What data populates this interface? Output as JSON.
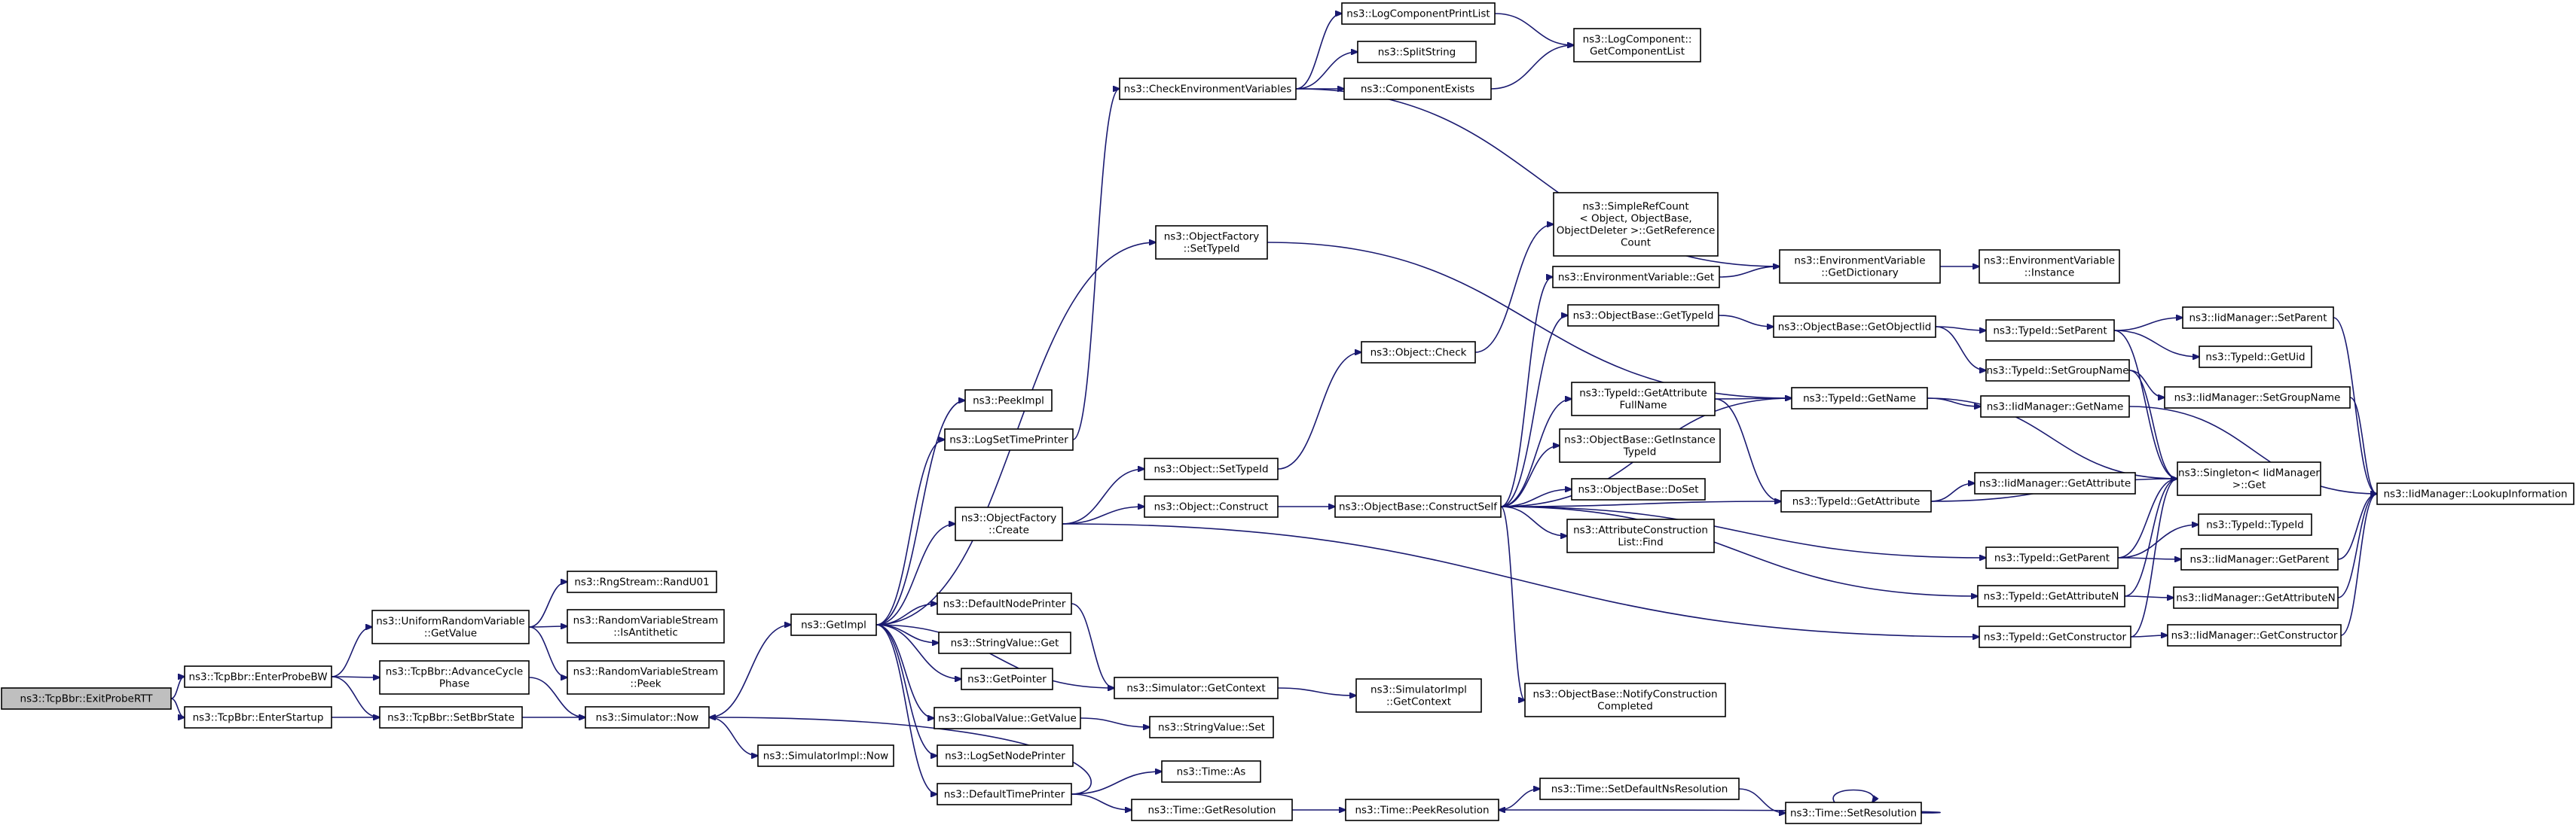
{
  "graph": {
    "edge_color": "#191970",
    "root_fill": "#bfbfbf",
    "nodes": [
      {
        "id": "exitProbeRTT",
        "lines": [
          "ns3::TcpBbr::ExitProbeRTT"
        ]
      },
      {
        "id": "enterProbeBW",
        "lines": [
          "ns3::TcpBbr::EnterProbeBW"
        ]
      },
      {
        "id": "enterStartup",
        "lines": [
          "ns3::TcpBbr::EnterStartup"
        ]
      },
      {
        "id": "urvGetValue",
        "lines": [
          "ns3::UniformRandomVariable",
          "::GetValue"
        ]
      },
      {
        "id": "advanceCycle",
        "lines": [
          "ns3::TcpBbr::AdvanceCycle",
          "Phase"
        ]
      },
      {
        "id": "setBbrState",
        "lines": [
          "ns3::TcpBbr::SetBbrState"
        ]
      },
      {
        "id": "randU01",
        "lines": [
          "ns3::RngStream::RandU01"
        ]
      },
      {
        "id": "isAntithetic",
        "lines": [
          "ns3::RandomVariableStream",
          "::IsAntithetic"
        ]
      },
      {
        "id": "peek",
        "lines": [
          "ns3::RandomVariableStream",
          "::Peek"
        ]
      },
      {
        "id": "simNow",
        "lines": [
          "ns3::Simulator::Now"
        ]
      },
      {
        "id": "getImpl",
        "lines": [
          "ns3::GetImpl"
        ]
      },
      {
        "id": "simImplNow",
        "lines": [
          "ns3::SimulatorImpl::Now"
        ]
      },
      {
        "id": "peekImpl",
        "lines": [
          "ns3::PeekImpl"
        ]
      },
      {
        "id": "logSetTimePrinter",
        "lines": [
          "ns3::LogSetTimePrinter"
        ]
      },
      {
        "id": "ofCreate",
        "lines": [
          "ns3::ObjectFactory",
          "::Create"
        ]
      },
      {
        "id": "defaultNodePrinter",
        "lines": [
          "ns3::DefaultNodePrinter"
        ]
      },
      {
        "id": "stringValueGet",
        "lines": [
          "ns3::StringValue::Get"
        ]
      },
      {
        "id": "getPointer",
        "lines": [
          "ns3::GetPointer"
        ]
      },
      {
        "id": "globalValueGetValue",
        "lines": [
          "ns3::GlobalValue::GetValue"
        ]
      },
      {
        "id": "logSetNodePrinter",
        "lines": [
          "ns3::LogSetNodePrinter"
        ]
      },
      {
        "id": "defaultTimePrinter",
        "lines": [
          "ns3::DefaultTimePrinter"
        ]
      },
      {
        "id": "checkEnvVars",
        "lines": [
          "ns3::CheckEnvironmentVariables"
        ]
      },
      {
        "id": "ofSetTypeId",
        "lines": [
          "ns3::ObjectFactory",
          "::SetTypeId"
        ]
      },
      {
        "id": "objSetTypeId",
        "lines": [
          "ns3::Object::SetTypeId"
        ]
      },
      {
        "id": "objConstruct",
        "lines": [
          "ns3::Object::Construct"
        ]
      },
      {
        "id": "simGetContext",
        "lines": [
          "ns3::Simulator::GetContext"
        ]
      },
      {
        "id": "stringValueSet",
        "lines": [
          "ns3::StringValue::Set"
        ]
      },
      {
        "id": "timeAs",
        "lines": [
          "ns3::Time::As"
        ]
      },
      {
        "id": "timeGetResolution",
        "lines": [
          "ns3::Time::GetResolution"
        ]
      },
      {
        "id": "logCompPrintList",
        "lines": [
          "ns3::LogComponentPrintList"
        ]
      },
      {
        "id": "splitString",
        "lines": [
          "ns3::SplitString"
        ]
      },
      {
        "id": "componentExists",
        "lines": [
          "ns3::ComponentExists"
        ]
      },
      {
        "id": "objCheck",
        "lines": [
          "ns3::Object::Check"
        ]
      },
      {
        "id": "constructSelf",
        "lines": [
          "ns3::ObjectBase::ConstructSelf"
        ]
      },
      {
        "id": "simImplGetContext",
        "lines": [
          "ns3::SimulatorImpl",
          "::GetContext"
        ]
      },
      {
        "id": "timePeekResolution",
        "lines": [
          "ns3::Time::PeekResolution"
        ]
      },
      {
        "id": "logCompGetList",
        "lines": [
          "ns3::LogComponent::",
          "GetComponentList"
        ]
      },
      {
        "id": "simpleRefCount",
        "lines": [
          "ns3::SimpleRefCount",
          "< Object, ObjectBase,",
          " ObjectDeleter >::GetReference",
          "Count"
        ]
      },
      {
        "id": "envVarGet",
        "lines": [
          "ns3::EnvironmentVariable::Get"
        ]
      },
      {
        "id": "obGetTypeId",
        "lines": [
          "ns3::ObjectBase::GetTypeId"
        ]
      },
      {
        "id": "tidGetAttrFullName",
        "lines": [
          "ns3::TypeId::GetAttribute",
          "FullName"
        ]
      },
      {
        "id": "obGetInstanceTypeId",
        "lines": [
          "ns3::ObjectBase::GetInstance",
          "TypeId"
        ]
      },
      {
        "id": "obDoSet",
        "lines": [
          "ns3::ObjectBase::DoSet"
        ]
      },
      {
        "id": "attrConstructionFind",
        "lines": [
          "ns3::AttributeConstruction",
          "List::Find"
        ]
      },
      {
        "id": "obNotifyConstructionCompleted",
        "lines": [
          "ns3::ObjectBase::NotifyConstruction",
          "Completed"
        ]
      },
      {
        "id": "timeSetDefaultNsRes",
        "lines": [
          "ns3::Time::SetDefaultNsResolution"
        ]
      },
      {
        "id": "envVarGetDictionary",
        "lines": [
          "ns3::EnvironmentVariable",
          "::GetDictionary"
        ]
      },
      {
        "id": "obGetObjectIid",
        "lines": [
          "ns3::ObjectBase::GetObjectIid"
        ]
      },
      {
        "id": "tidGetName",
        "lines": [
          "ns3::TypeId::GetName"
        ]
      },
      {
        "id": "tidGetAttribute",
        "lines": [
          "ns3::TypeId::GetAttribute"
        ]
      },
      {
        "id": "tidGetParent",
        "lines": [
          "ns3::TypeId::GetParent"
        ]
      },
      {
        "id": "tidGetAttributeN",
        "lines": [
          "ns3::TypeId::GetAttributeN"
        ]
      },
      {
        "id": "tidGetConstructor",
        "lines": [
          "ns3::TypeId::GetConstructor"
        ]
      },
      {
        "id": "timeSetResolution",
        "lines": [
          "ns3::Time::SetResolution"
        ]
      },
      {
        "id": "envVarInstance",
        "lines": [
          "ns3::EnvironmentVariable",
          "::Instance"
        ]
      },
      {
        "id": "tidSetParent",
        "lines": [
          "ns3::TypeId::SetParent"
        ]
      },
      {
        "id": "tidSetGroupName",
        "lines": [
          "ns3::TypeId::SetGroupName"
        ]
      },
      {
        "id": "iidGetName",
        "lines": [
          "ns3::IidManager::GetName"
        ]
      },
      {
        "id": "iidGetAttribute",
        "lines": [
          "ns3::IidManager::GetAttribute"
        ]
      },
      {
        "id": "singletonGet",
        "lines": [
          "ns3::Singleton< IidManager",
          " >::Get"
        ]
      },
      {
        "id": "tidTypeId",
        "lines": [
          "ns3::TypeId::TypeId"
        ]
      },
      {
        "id": "iidGetParent",
        "lines": [
          "ns3::IidManager::GetParent"
        ]
      },
      {
        "id": "iidGetAttributeN",
        "lines": [
          "ns3::IidManager::GetAttributeN"
        ]
      },
      {
        "id": "iidGetConstructor",
        "lines": [
          "ns3::IidManager::GetConstructor"
        ]
      },
      {
        "id": "iidSetParent",
        "lines": [
          "ns3::IidManager::SetParent"
        ]
      },
      {
        "id": "tidGetUid",
        "lines": [
          "ns3::TypeId::GetUid"
        ]
      },
      {
        "id": "iidSetGroupName",
        "lines": [
          "ns3::IidManager::SetGroupName"
        ]
      },
      {
        "id": "iidLookupInformation",
        "lines": [
          "ns3::IidManager::LookupInformation"
        ]
      }
    ],
    "edges": [
      [
        "exitProbeRTT",
        "enterProbeBW"
      ],
      [
        "exitProbeRTT",
        "enterStartup"
      ],
      [
        "enterProbeBW",
        "urvGetValue"
      ],
      [
        "enterProbeBW",
        "advanceCycle"
      ],
      [
        "enterProbeBW",
        "setBbrState"
      ],
      [
        "enterStartup",
        "setBbrState"
      ],
      [
        "urvGetValue",
        "randU01"
      ],
      [
        "urvGetValue",
        "isAntithetic"
      ],
      [
        "urvGetValue",
        "peek"
      ],
      [
        "advanceCycle",
        "simNow"
      ],
      [
        "setBbrState",
        "simNow"
      ],
      [
        "simNow",
        "getImpl"
      ],
      [
        "simNow",
        "simImplNow"
      ],
      [
        "getImpl",
        "peekImpl"
      ],
      [
        "getImpl",
        "logSetTimePrinter"
      ],
      [
        "getImpl",
        "ofCreate"
      ],
      [
        "getImpl",
        "defaultNodePrinter"
      ],
      [
        "getImpl",
        "stringValueGet"
      ],
      [
        "getImpl",
        "getPointer"
      ],
      [
        "getImpl",
        "globalValueGetValue"
      ],
      [
        "getImpl",
        "logSetNodePrinter"
      ],
      [
        "getImpl",
        "defaultTimePrinter"
      ],
      [
        "getImpl",
        "ofSetTypeId"
      ],
      [
        "getImpl",
        "simGetContext"
      ],
      [
        "logSetTimePrinter",
        "checkEnvVars"
      ],
      [
        "ofCreate",
        "objSetTypeId"
      ],
      [
        "ofCreate",
        "objConstruct"
      ],
      [
        "ofCreate",
        "tidGetConstructor"
      ],
      [
        "defaultNodePrinter",
        "simGetContext"
      ],
      [
        "globalValueGetValue",
        "stringValueSet"
      ],
      [
        "defaultTimePrinter",
        "simNow"
      ],
      [
        "defaultTimePrinter",
        "timeAs"
      ],
      [
        "defaultTimePrinter",
        "timeGetResolution"
      ],
      [
        "checkEnvVars",
        "logCompPrintList"
      ],
      [
        "checkEnvVars",
        "splitString"
      ],
      [
        "checkEnvVars",
        "componentExists"
      ],
      [
        "checkEnvVars",
        "envVarGetDictionary"
      ],
      [
        "ofSetTypeId",
        "tidGetName"
      ],
      [
        "objSetTypeId",
        "objCheck"
      ],
      [
        "objConstruct",
        "constructSelf"
      ],
      [
        "simGetContext",
        "simImplGetContext"
      ],
      [
        "timeGetResolution",
        "timePeekResolution"
      ],
      [
        "logCompPrintList",
        "logCompGetList"
      ],
      [
        "componentExists",
        "logCompGetList"
      ],
      [
        "objCheck",
        "simpleRefCount"
      ],
      [
        "constructSelf",
        "envVarGet"
      ],
      [
        "constructSelf",
        "obGetTypeId"
      ],
      [
        "constructSelf",
        "tidGetName"
      ],
      [
        "constructSelf",
        "tidGetAttrFullName"
      ],
      [
        "constructSelf",
        "obGetInstanceTypeId"
      ],
      [
        "constructSelf",
        "obDoSet"
      ],
      [
        "constructSelf",
        "attrConstructionFind"
      ],
      [
        "constructSelf",
        "obNotifyConstructionCompleted"
      ],
      [
        "constructSelf",
        "tidGetAttribute"
      ],
      [
        "constructSelf",
        "tidGetParent"
      ],
      [
        "constructSelf",
        "tidGetAttributeN"
      ],
      [
        "timePeekResolution",
        "timeSetDefaultNsRes"
      ],
      [
        "envVarGet",
        "envVarGetDictionary"
      ],
      [
        "obGetTypeId",
        "obGetObjectIid"
      ],
      [
        "tidGetAttrFullName",
        "tidGetName"
      ],
      [
        "tidGetAttrFullName",
        "tidGetAttribute"
      ],
      [
        "timeSetDefaultNsRes",
        "timeSetResolution"
      ],
      [
        "envVarGetDictionary",
        "envVarInstance"
      ],
      [
        "obGetObjectIid",
        "tidSetParent"
      ],
      [
        "obGetObjectIid",
        "tidSetGroupName"
      ],
      [
        "tidGetName",
        "iidGetName"
      ],
      [
        "tidGetName",
        "singletonGet"
      ],
      [
        "tidGetAttribute",
        "iidGetAttribute"
      ],
      [
        "tidGetAttribute",
        "singletonGet"
      ],
      [
        "tidGetParent",
        "singletonGet"
      ],
      [
        "tidGetParent",
        "tidTypeId"
      ],
      [
        "tidGetParent",
        "iidGetParent"
      ],
      [
        "tidGetAttributeN",
        "singletonGet"
      ],
      [
        "tidGetAttributeN",
        "iidGetAttributeN"
      ],
      [
        "tidGetConstructor",
        "singletonGet"
      ],
      [
        "tidGetConstructor",
        "iidGetConstructor"
      ],
      [
        "timeSetResolution",
        "timePeekResolution"
      ],
      [
        "timeSetResolution",
        "timeSetResolution"
      ],
      [
        "tidSetParent",
        "iidSetParent"
      ],
      [
        "tidSetParent",
        "tidGetUid"
      ],
      [
        "tidSetParent",
        "singletonGet"
      ],
      [
        "tidSetGroupName",
        "singletonGet"
      ],
      [
        "tidSetGroupName",
        "iidSetGroupName"
      ],
      [
        "iidGetName",
        "iidLookupInformation"
      ],
      [
        "iidGetParent",
        "iidLookupInformation"
      ],
      [
        "iidGetAttributeN",
        "iidLookupInformation"
      ],
      [
        "iidGetConstructor",
        "iidLookupInformation"
      ],
      [
        "iidSetParent",
        "iidLookupInformation"
      ],
      [
        "iidSetGroupName",
        "iidLookupInformation"
      ]
    ]
  }
}
